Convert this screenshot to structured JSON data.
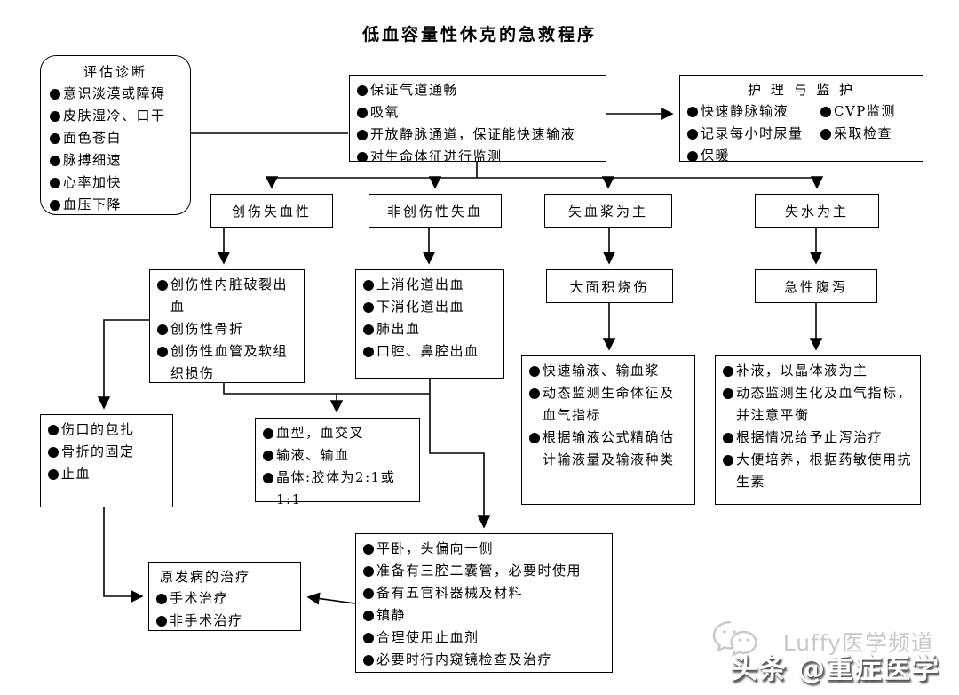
{
  "title": "低血容量性休克的急救程序",
  "assess": {
    "title": "评估诊断",
    "items": [
      "意识淡漠或障碍",
      "皮肤湿冷、口干",
      "面色苍白",
      "脉搏细速",
      "心率加快",
      "血压下降"
    ]
  },
  "airway": {
    "items": [
      "保证气道通畅",
      "吸氧",
      "开放静脉通道，保证能快速输液",
      "对生命体征进行监测"
    ]
  },
  "nursing": {
    "title": "护 理 与 监 护",
    "left_items": [
      "快速静脉输液",
      "记录每小时尿量",
      "保暖"
    ],
    "right_items": [
      "CVP监测",
      "采取检查"
    ]
  },
  "categories": {
    "trauma": "创伤失血性",
    "nontrauma": "非创伤性失血",
    "plasma": "失血浆为主",
    "water": "失水为主"
  },
  "subcategories": {
    "burn": "大面积烧伤",
    "diarrhea": "急性腹泻"
  },
  "trauma_detail": {
    "items": [
      "创伤性内脏破裂出血",
      "创伤性骨折",
      "创伤性血管及软组织损伤"
    ]
  },
  "nontrauma_detail": {
    "items": [
      "上消化道出血",
      "下消化道出血",
      "肺出血",
      "口腔、鼻腔出血"
    ]
  },
  "wound_care": {
    "items": [
      "伤口的包扎",
      "骨折的固定",
      "止血"
    ]
  },
  "blood_prep": {
    "items": [
      "血型，血交叉",
      "输液、输血",
      "晶体:胶体为2:1或1:1"
    ]
  },
  "burn_treatment": {
    "items": [
      "快速输液、输血浆",
      "动态监测生命体征及血气指标",
      "根据输液公式精确估计输液量及输液种类"
    ]
  },
  "diarrhea_treatment": {
    "items": [
      "补液，以晶体液为主",
      "动态监测生化及血气指标，并注意平衡",
      "根据情况给予止泻治疗",
      "大便培养，根据药敏使用抗生素"
    ]
  },
  "primary_disease": {
    "title": "原发病的治疗",
    "items": [
      "手术治疗",
      "非手术治疗"
    ]
  },
  "supine_care": {
    "items": [
      "平卧，头偏向一侧",
      "准备有三腔二囊管，必要时使用",
      "备有五官科器械及材料",
      "镇静",
      "合理使用止血剂",
      "必要时行内窥镜检查及治疗"
    ]
  },
  "watermark": {
    "channel": "Luffy医学频道",
    "brand": "头条 @重症医学"
  },
  "colors": {
    "line": "#000000",
    "watermark_gray": "#c9c9c9"
  }
}
